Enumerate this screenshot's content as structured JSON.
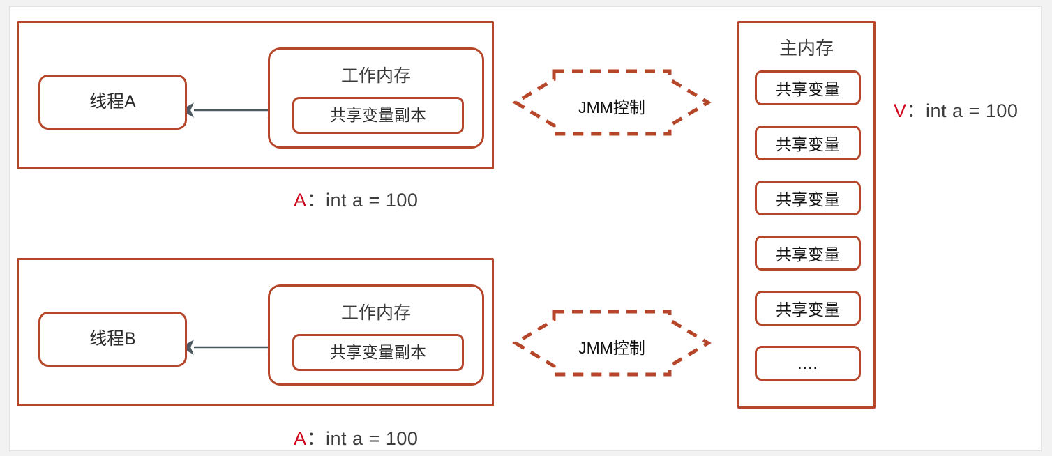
{
  "diagram": {
    "title_hidden": "",
    "colors": {
      "accent": "#b5462a",
      "text_dark": "#2b2b2b",
      "key_red": "#d0021b",
      "arrow_gray": "#4d5a61",
      "canvas": "#ffffff",
      "page_bg": "#f2f2f2"
    },
    "threads": [
      {
        "thread_label": "线程A",
        "working_memory_title": "工作内存",
        "shared_copy_label": "共享变量副本",
        "connector_icon": "double-arrow-icon",
        "code_note_key": "A",
        "code_note_sep": "：",
        "code_note_value": "int a = 100"
      },
      {
        "thread_label": "线程B",
        "working_memory_title": "工作内存",
        "shared_copy_label": "共享变量副本",
        "connector_icon": "double-arrow-icon",
        "code_note_key": "A",
        "code_note_sep": "：",
        "code_note_value": "int a = 100"
      }
    ],
    "jmm_arrows": [
      {
        "label": "JMM控制",
        "icon": "double-block-arrow-icon"
      },
      {
        "label": "JMM控制",
        "icon": "double-block-arrow-icon"
      }
    ],
    "main_memory": {
      "title": "主内存",
      "variables": [
        "共享变量",
        "共享变量",
        "共享变量",
        "共享变量",
        "共享变量",
        "...."
      ]
    },
    "main_memory_note": {
      "key": "V",
      "sep": "：",
      "value": "int a = 100"
    }
  }
}
